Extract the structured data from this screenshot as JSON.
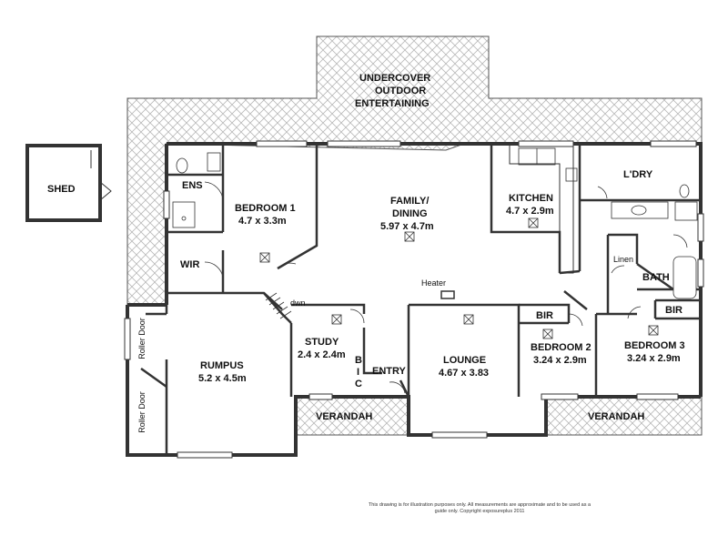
{
  "floorplan": {
    "outdoor": {
      "line1": "UNDERCOVER",
      "line2": "OUTDOOR",
      "line3": "ENTERTAINING"
    },
    "rooms": {
      "shed": {
        "name": "SHED"
      },
      "ens": {
        "name": "ENS"
      },
      "wir": {
        "name": "WIR"
      },
      "bedroom1": {
        "name": "BEDROOM 1",
        "dims": "4.7 x 3.3m"
      },
      "family": {
        "name1": "FAMILY/",
        "name2": "DINING",
        "dims": "5.97 x 4.7m"
      },
      "kitchen": {
        "name": "KITCHEN",
        "dims": "4.7 x 2.9m"
      },
      "laundry": {
        "name": "L'DRY"
      },
      "linen": {
        "name": "Linen"
      },
      "bath": {
        "name": "BATH"
      },
      "bir_right": {
        "name": "BIR"
      },
      "bir_mid": {
        "name": "BIR"
      },
      "rumpus": {
        "name": "RUMPUS",
        "dims": "5.2 x 4.5m"
      },
      "study": {
        "name": "STUDY",
        "dims": "2.4 x 2.4m"
      },
      "bic": {
        "b": "B",
        "i": "I",
        "c": "C"
      },
      "entry": {
        "name": "ENTRY"
      },
      "lounge": {
        "name": "LOUNGE",
        "dims": "4.67 x 3.83"
      },
      "bedroom2": {
        "name": "BEDROOM 2",
        "dims": "3.24 x 2.9m"
      },
      "bedroom3": {
        "name": "BEDROOM 3",
        "dims": "3.24 x 2.9m"
      },
      "verandah_left": {
        "name": "VERANDAH"
      },
      "verandah_right": {
        "name": "VERANDAH"
      }
    },
    "annotations": {
      "heater": "Heater",
      "down": "dwn",
      "roller_door_1": "Roller Door",
      "roller_door_2": "Roller Door"
    },
    "disclaimer": {
      "line1": "This drawing is for illustration purposes only. All measurements are approximate and to be used as a",
      "line2": "guide only. Copyright exposureplus 2011"
    }
  }
}
